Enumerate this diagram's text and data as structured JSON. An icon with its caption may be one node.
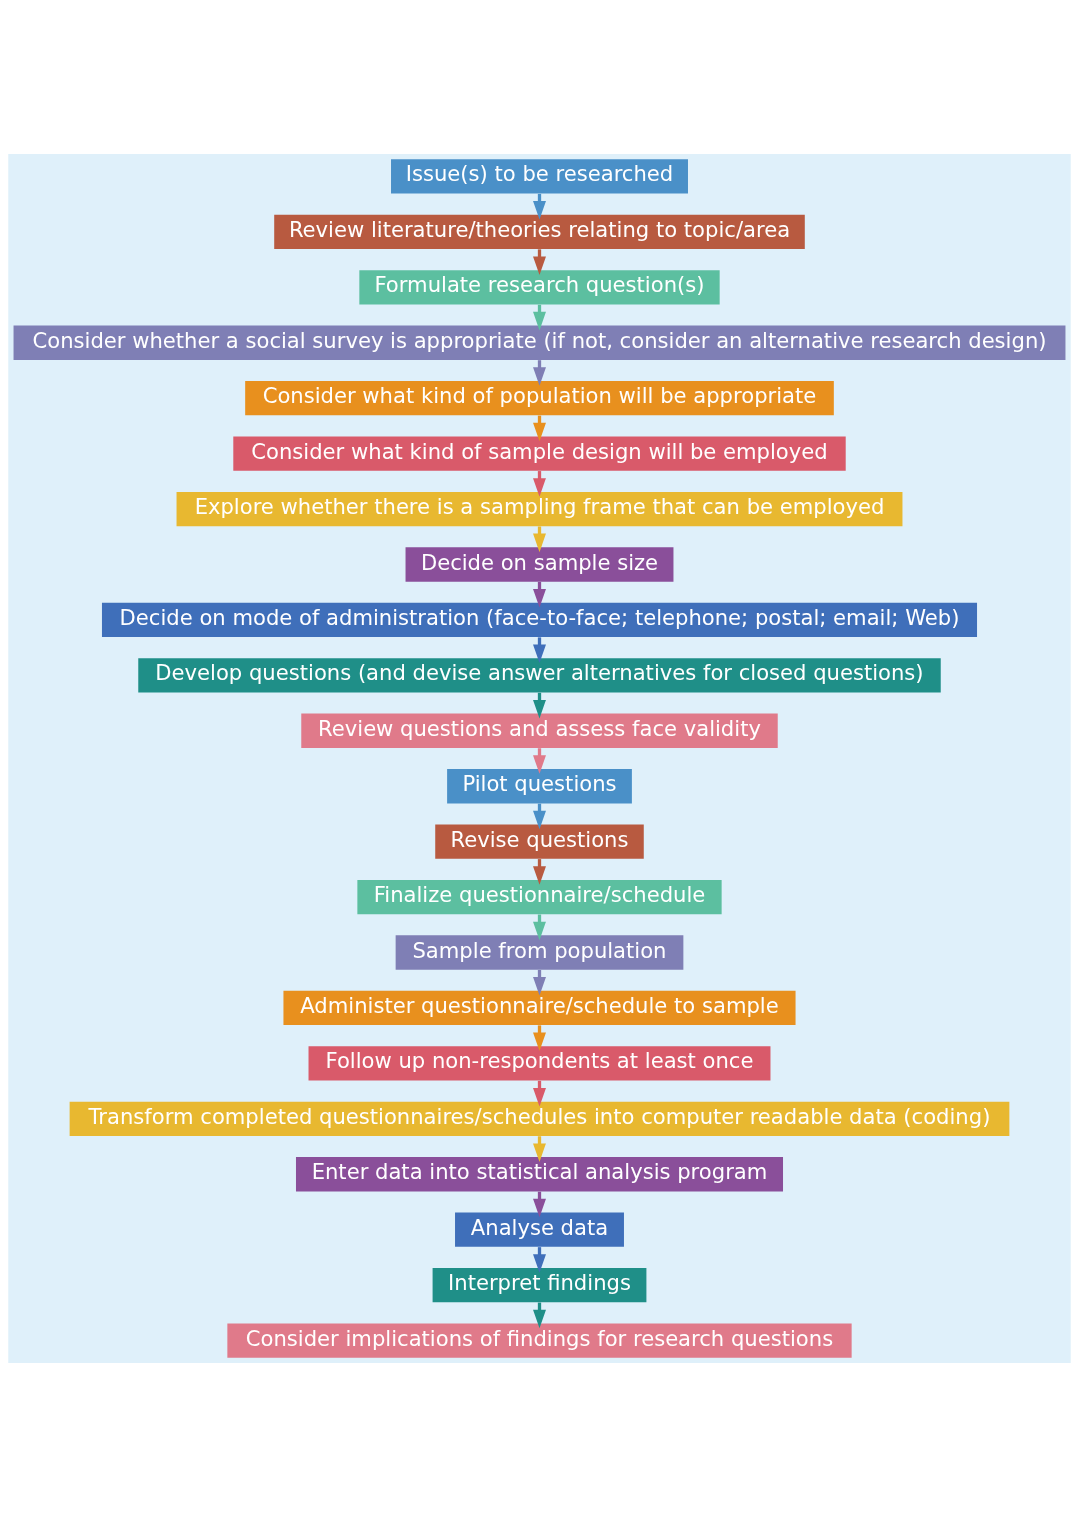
{
  "diagram": {
    "nodes": [
      {
        "text": [
          "Issue(s) to be researched"
        ]
      },
      {
        "text": [
          "Review literature/theories relating to topic/area"
        ]
      },
      {
        "text": [
          "Formulate research question(s)"
        ]
      },
      {
        "text": [
          "Consider whether a social survey is appropriate (if not, consider an alternative research design)"
        ]
      },
      {
        "text": [
          "Consider what kind of population will be appropriate"
        ]
      },
      {
        "text": [
          "Consider what kind of sample design will be employed"
        ]
      },
      {
        "text": [
          "Explore whether there is a sampling frame that can be employed"
        ]
      },
      {
        "text": [
          "Decide on sample size"
        ]
      },
      {
        "text": [
          "Decide on mode of administration (face-to-face; telephone; postal; email; Web)"
        ]
      },
      {
        "text": [
          "Develop questions (and devise answer alternatives for closed questions)"
        ]
      },
      {
        "text": [
          "Review questions and assess face validity"
        ]
      },
      {
        "text": [
          "Pilot questions"
        ]
      },
      {
        "text": [
          "Revise questions"
        ]
      },
      {
        "text": [
          "Finalize questionnaire/schedule"
        ]
      },
      {
        "text": [
          "Sample from population"
        ]
      },
      {
        "text": [
          "Administer questionnaire/schedule to sample"
        ]
      },
      {
        "text": [
          "Follow up non-respondents at least once"
        ]
      },
      {
        "text": [
          "Transform completed questionnaires/schedules into computer readable data (coding)"
        ]
      },
      {
        "text": [
          "Enter data into statistical analysis program"
        ]
      },
      {
        "text": [
          "Analyse data"
        ]
      },
      {
        "text": [
          "Interpret findings"
        ]
      },
      {
        "text": [
          "Consider implications of findings for research questions"
        ]
      }
    ],
    "edges": [
      {
        "from": 0,
        "to": 1,
        "arrow": "to",
        "color": "#4a90c8"
      },
      {
        "from": 1,
        "to": 2,
        "arrow": "to",
        "color": "#b85a40"
      },
      {
        "from": 2,
        "to": 3,
        "arrow": "to",
        "color": "#5cbfa0"
      },
      {
        "from": 3,
        "to": 4,
        "arrow": "to",
        "color": "#7f7fb5"
      },
      {
        "from": 4,
        "to": 5,
        "arrow": "to",
        "color": "#e8901e"
      },
      {
        "from": 5,
        "to": 6,
        "arrow": "to",
        "color": "#d95a6a"
      },
      {
        "from": 6,
        "to": 7,
        "arrow": "to",
        "color": "#e8b830"
      },
      {
        "from": 7,
        "to": 8,
        "arrow": "to",
        "color": "#8a4f9a"
      },
      {
        "from": 8,
        "to": 9,
        "arrow": "to",
        "color": "#3f6fba"
      },
      {
        "from": 9,
        "to": 10,
        "arrow": "to",
        "color": "#1f8f88"
      },
      {
        "from": 10,
        "to": 11,
        "arrow": "to",
        "color": "#e07a8a"
      },
      {
        "from": 11,
        "to": 12,
        "arrow": "to",
        "color": "#4a90c8"
      },
      {
        "from": 12,
        "to": 13,
        "arrow": "to",
        "color": "#b85a40"
      },
      {
        "from": 13,
        "to": 14,
        "arrow": "to",
        "color": "#5cbfa0"
      },
      {
        "from": 14,
        "to": 15,
        "arrow": "to",
        "color": "#7f7fb5"
      },
      {
        "from": 15,
        "to": 16,
        "arrow": "to",
        "color": "#e8901e"
      },
      {
        "from": 16,
        "to": 17,
        "arrow": "to",
        "color": "#d95a6a"
      },
      {
        "from": 17,
        "to": 18,
        "arrow": "to",
        "color": "#e8b830"
      },
      {
        "from": 18,
        "to": 19,
        "arrow": "to",
        "color": "#8a4f9a"
      },
      {
        "from": 19,
        "to": 20,
        "arrow": "to",
        "color": "#3f6fba"
      },
      {
        "from": 20,
        "to": 21,
        "arrow": "to",
        "color": "#1f8f88"
      }
    ]
  }
}
